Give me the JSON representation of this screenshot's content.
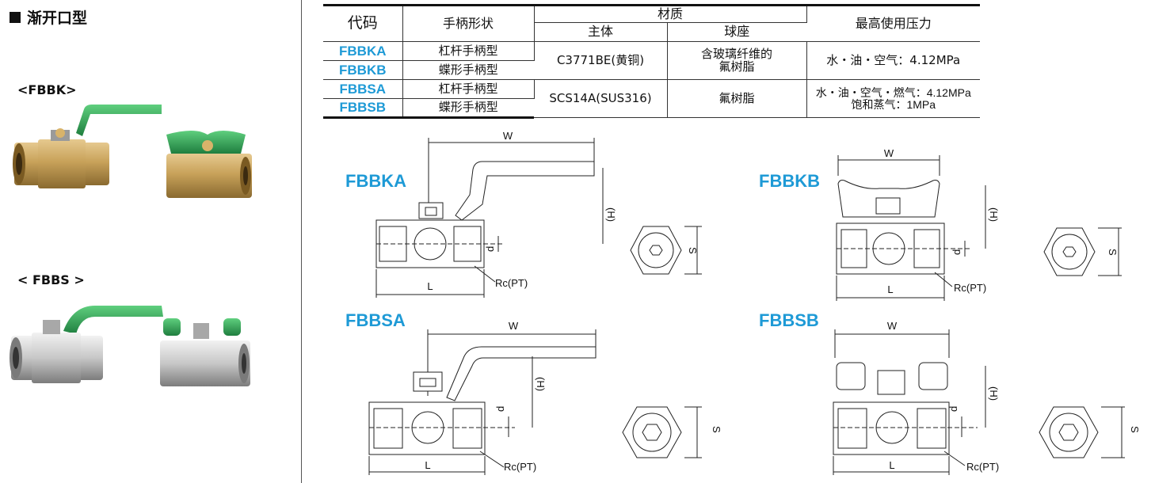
{
  "left": {
    "section_title": "渐开口型",
    "fbbk_label": "<FBBK>",
    "fbbs_label": "< FBBS >"
  },
  "table": {
    "headers": {
      "code": "代码",
      "handle_shape": "手柄形状",
      "material": "材质",
      "body": "主体",
      "ball_seat": "球座",
      "max_pressure": "最高使用压力"
    },
    "rows": [
      {
        "code": "FBBKA",
        "handle": "杠杆手柄型"
      },
      {
        "code": "FBBKB",
        "handle": "蝶形手柄型"
      },
      {
        "code": "FBBSA",
        "handle": "杠杆手柄型"
      },
      {
        "code": "FBBSB",
        "handle": "蝶形手柄型"
      }
    ],
    "group1": {
      "body": "C3771BE(黄铜)",
      "seat_line1": "含玻璃纤维的",
      "seat_line2": "氟树脂",
      "pressure": "水・油・空气：4.12MPa"
    },
    "group2": {
      "body": "SCS14A(SUS316)",
      "seat": "氟树脂",
      "pressure_line1": "水・油・空气・燃气：4.12MPa",
      "pressure_line2": "饱和蒸气：1MPa"
    }
  },
  "diagrams": {
    "fbbka": {
      "title": "FBBKA",
      "w": "W",
      "h": "(H)",
      "d": "d",
      "l": "L",
      "rc": "Rc(PT)",
      "s": "S"
    },
    "fbbkb": {
      "title": "FBBKB",
      "w": "W",
      "h": "(H)",
      "d": "d",
      "l": "L",
      "rc": "Rc(PT)",
      "s": "S"
    },
    "fbbsa": {
      "title": "FBBSA",
      "w": "W",
      "h": "(H)",
      "d": "d",
      "l": "L",
      "rc": "Rc(PT)",
      "s": "S"
    },
    "fbbsb": {
      "title": "FBBSB",
      "w": "W",
      "h": "(H)",
      "d": "d",
      "l": "L",
      "rc": "Rc(PT)",
      "s": "S"
    }
  },
  "colors": {
    "accent_blue": "#1e9ad6",
    "handle_green": "#2c9a52",
    "brass": "#c8a25a",
    "steel": "#c7c7c7"
  }
}
